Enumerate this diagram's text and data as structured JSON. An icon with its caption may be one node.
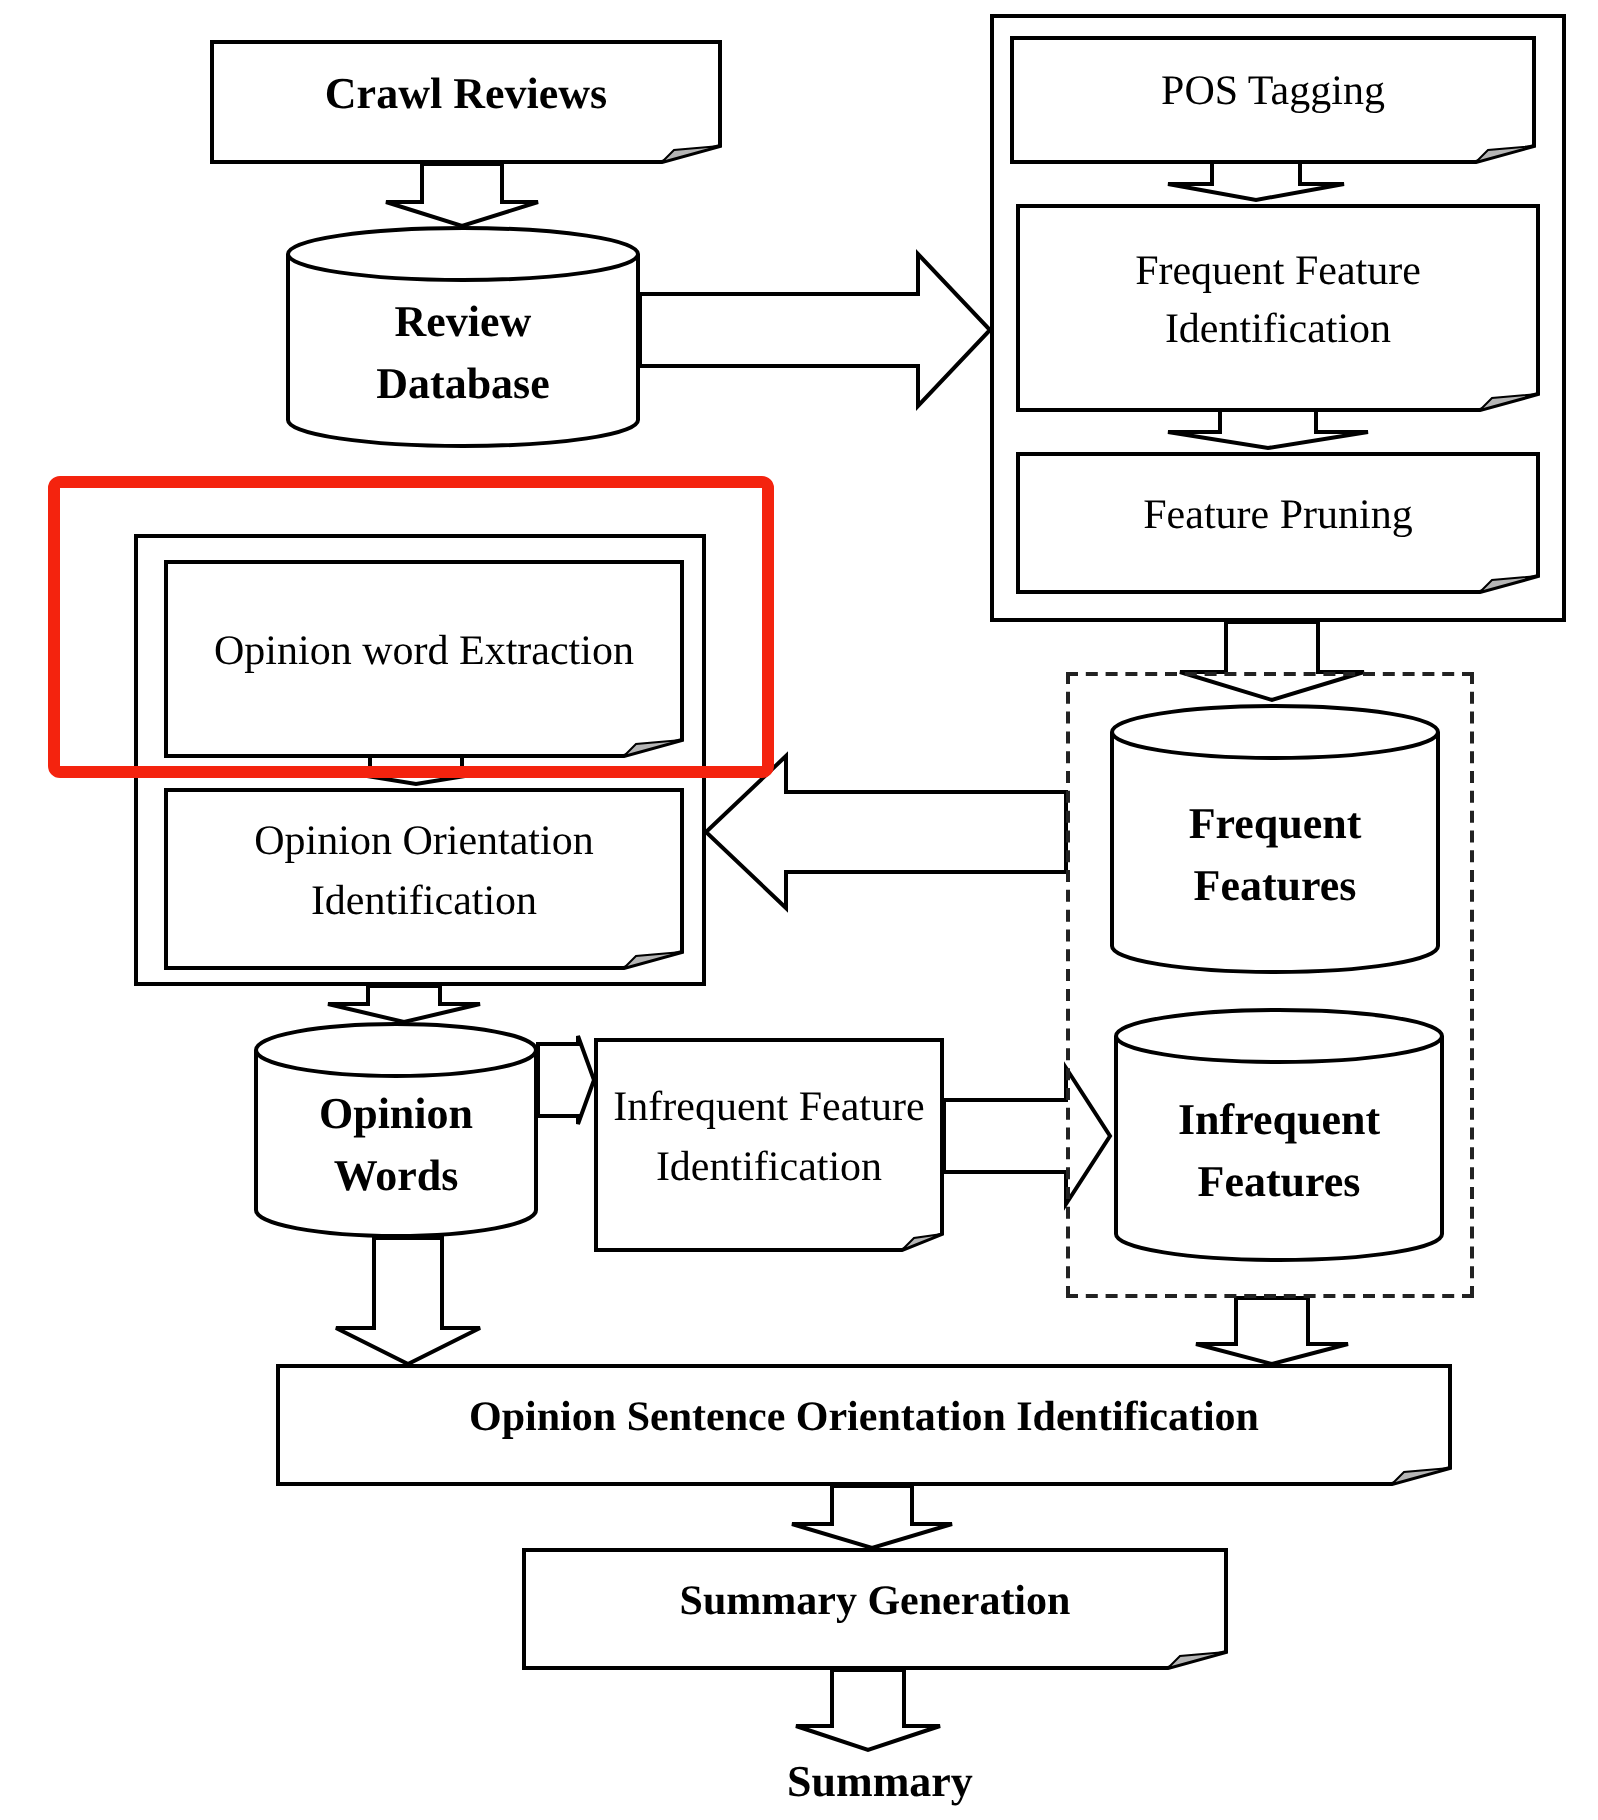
{
  "diagram": {
    "nodes": [
      {
        "text": [
          "Crawl Reviews"
        ]
      },
      {
        "text": [
          "Review Database"
        ]
      },
      {
        "text": [],
        "shape": "box"
      },
      {
        "text": [
          "POS Tagging"
        ],
        "in": 2
      },
      {
        "text": [
          "Frequent Feature Identification"
        ],
        "in": 2
      },
      {
        "text": [
          "Feature Pruning"
        ],
        "in": 2
      },
      {
        "text": [],
        "shape": "box"
      },
      {
        "text": [
          "Opinion word Extraction"
        ],
        "in": 6
      },
      {
        "text": [
          "Opinion Orientation Identification"
        ],
        "in": 6
      },
      {
        "text": [],
        "shape": "box"
      },
      {
        "text": [
          "Frequent Features"
        ],
        "in": 9
      },
      {
        "text": [
          "Infrequent Features"
        ],
        "in": 9
      },
      {
        "text": [
          "Opinion Words"
        ]
      },
      {
        "text": [
          "Infrequent Feature Identification"
        ]
      },
      {
        "text": [
          "Opinion Sentence Orientation Identification"
        ]
      },
      {
        "text": [
          "Summary Generation"
        ]
      },
      {
        "text": [
          "Summary"
        ]
      }
    ],
    "edges": [
      {
        "from": 0,
        "to": 1,
        "arrow": "to"
      },
      {
        "from": 1,
        "to": 2,
        "arrow": "to"
      },
      {
        "from": 3,
        "to": 4,
        "arrow": "to"
      },
      {
        "from": 4,
        "to": 5,
        "arrow": "to"
      },
      {
        "from": 2,
        "to": 10,
        "arrow": "to"
      },
      {
        "from": 9,
        "to": 6,
        "arrow": "to"
      },
      {
        "from": 7,
        "to": 8,
        "arrow": "to"
      },
      {
        "from": 6,
        "to": 12,
        "arrow": "to"
      },
      {
        "from": 12,
        "to": 13,
        "arrow": "to"
      },
      {
        "from": 13,
        "to": 11,
        "arrow": "to"
      },
      {
        "from": 12,
        "to": 14,
        "arrow": "to"
      },
      {
        "from": 9,
        "to": 14,
        "arrow": "to"
      },
      {
        "from": 14,
        "to": 15,
        "arrow": "to"
      },
      {
        "from": 15,
        "to": 16,
        "arrow": "to"
      }
    ]
  }
}
